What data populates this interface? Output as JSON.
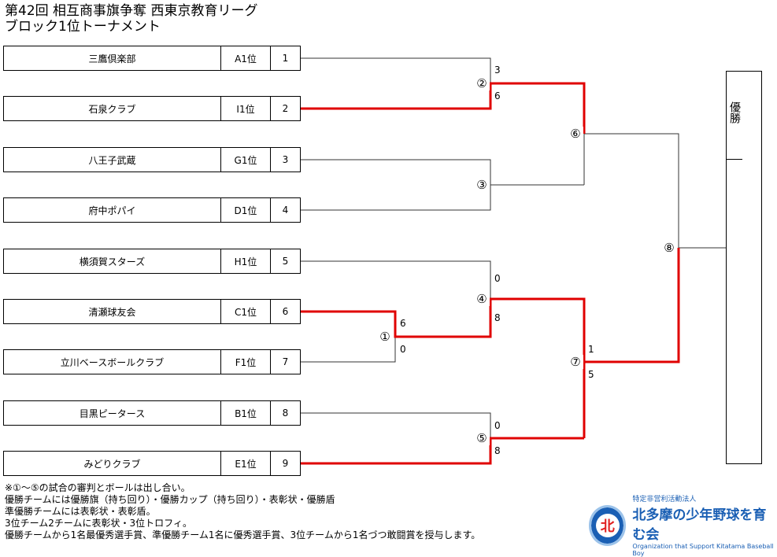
{
  "title": {
    "line1": "第42回 相互商事旗争奪 西東京教育リーグ",
    "line2": "ブロック1位トーナメント"
  },
  "teams": [
    {
      "name": "三鷹倶楽部",
      "pos": "A1位",
      "seed": "1"
    },
    {
      "name": "石泉クラブ",
      "pos": "I1位",
      "seed": "2"
    },
    {
      "name": "八王子武蔵",
      "pos": "G1位",
      "seed": "3"
    },
    {
      "name": "府中ポパイ",
      "pos": "D1位",
      "seed": "4"
    },
    {
      "name": "横須賀スターズ",
      "pos": "H1位",
      "seed": "5"
    },
    {
      "name": "清瀬球友会",
      "pos": "C1位",
      "seed": "6"
    },
    {
      "name": "立川ベースボールクラブ",
      "pos": "F1位",
      "seed": "7"
    },
    {
      "name": "目黒ピータース",
      "pos": "B1位",
      "seed": "8"
    },
    {
      "name": "みどりクラブ",
      "pos": "E1位",
      "seed": "9"
    }
  ],
  "matches": {
    "m1": "①",
    "m2": "②",
    "m3": "③",
    "m4": "④",
    "m5": "⑤",
    "m6": "⑥",
    "m7": "⑦",
    "m8": "⑧"
  },
  "scores": {
    "m2_top": "3",
    "m2_bot": "6",
    "m1_top": "6",
    "m1_bot": "0",
    "m4_top": "0",
    "m4_bot": "8",
    "m5_top": "0",
    "m5_bot": "8",
    "m7_top": "1",
    "m7_bot": "5"
  },
  "champion_label": "優勝",
  "notes": [
    "※①～⑤の試合の審判とボールは出し合い。",
    "優勝チームには優勝旗（持ち回り）・優勝カップ（持ち回り）・表彰状・優勝盾",
    "準優勝チームには表彰状・表彰盾。",
    "3位チーム2チームに表彰状・3位トロフィ。",
    "優勝チームから1名最優秀選手賞、準優勝チーム1名に優秀選手賞、3位チームから1名づつ敢闘賞を授与します。"
  ],
  "logo": {
    "mark": "北",
    "small": "特定非営利活動法人",
    "main": "北多摩の少年野球を育む会",
    "english": "Organization that Support Kitatama Baseball Boy"
  },
  "colors": {
    "win": "#e00000",
    "line": "#333333"
  }
}
